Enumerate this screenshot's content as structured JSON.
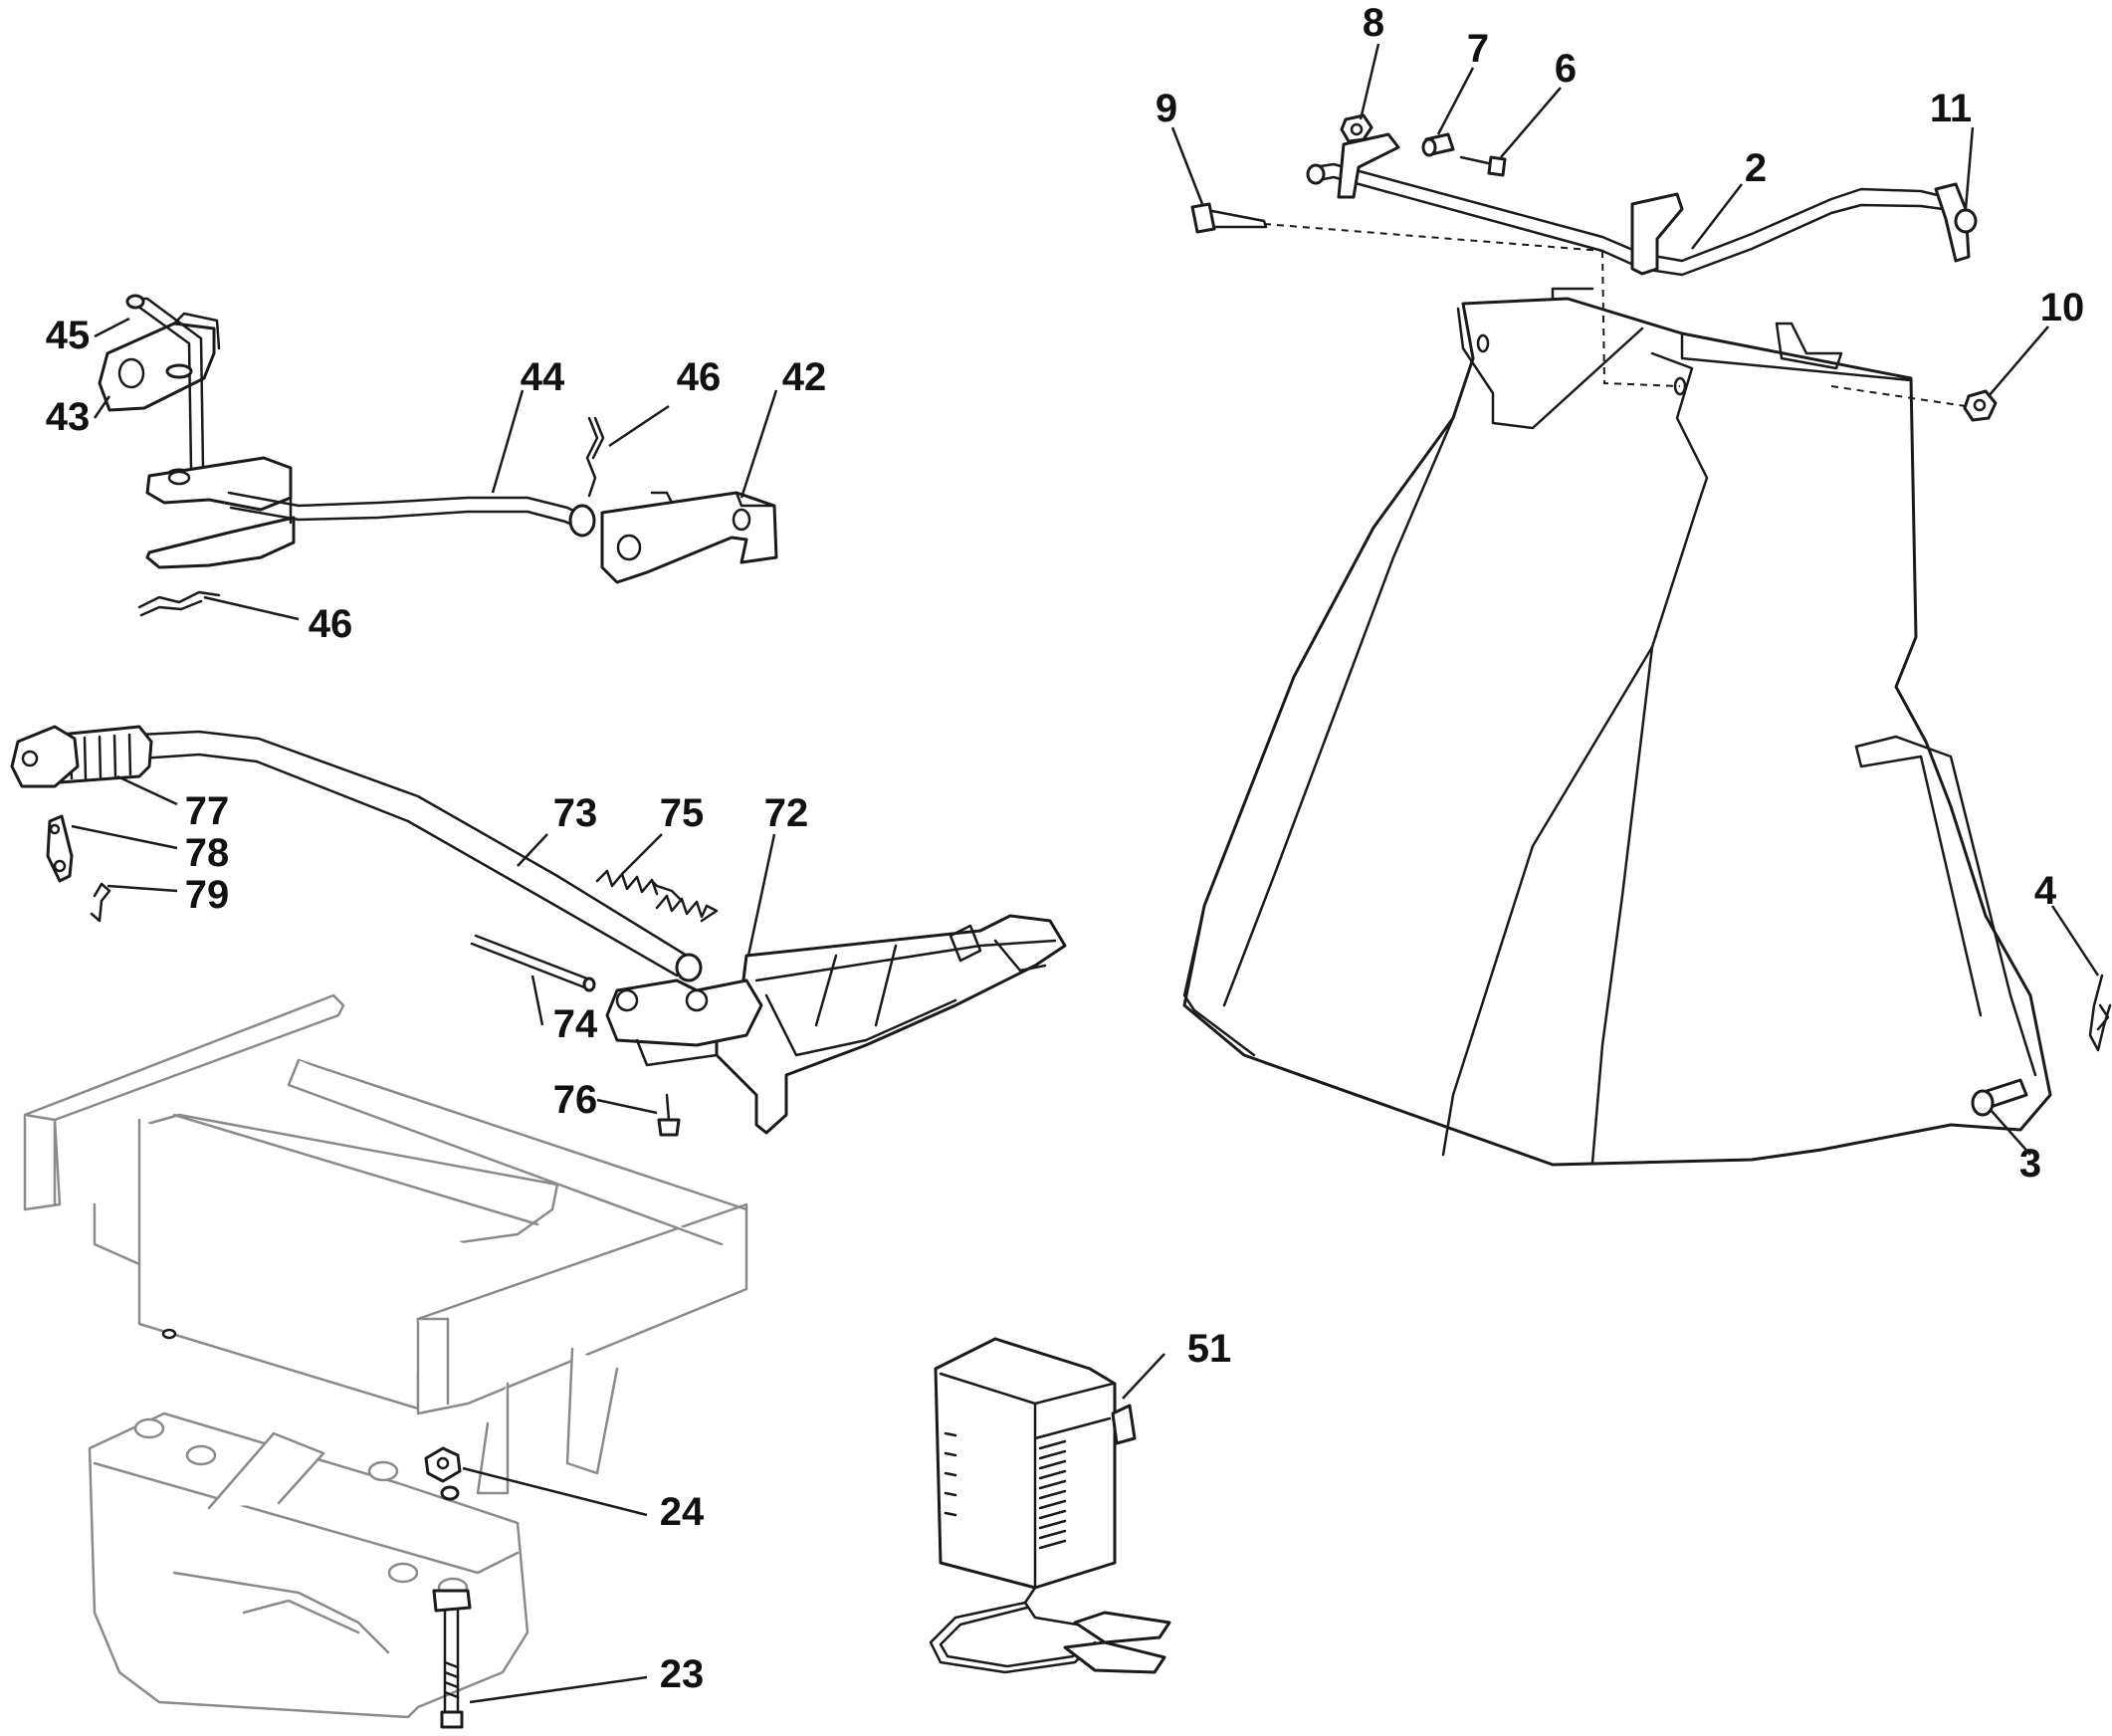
{
  "diagram": {
    "type": "exploded parts diagram",
    "callouts": {
      "c2": "2",
      "c3": "3",
      "c4": "4",
      "c6": "6",
      "c7": "7",
      "c8": "8",
      "c9": "9",
      "c10": "10",
      "c11": "11",
      "c23": "23",
      "c24": "24",
      "c42": "42",
      "c43": "43",
      "c44": "44",
      "c45": "45",
      "c46a": "46",
      "c46b": "46",
      "c51": "51",
      "c72": "72",
      "c73": "73",
      "c74": "74",
      "c75": "75",
      "c76": "76",
      "c77": "77",
      "c78": "78",
      "c79": "79"
    }
  }
}
